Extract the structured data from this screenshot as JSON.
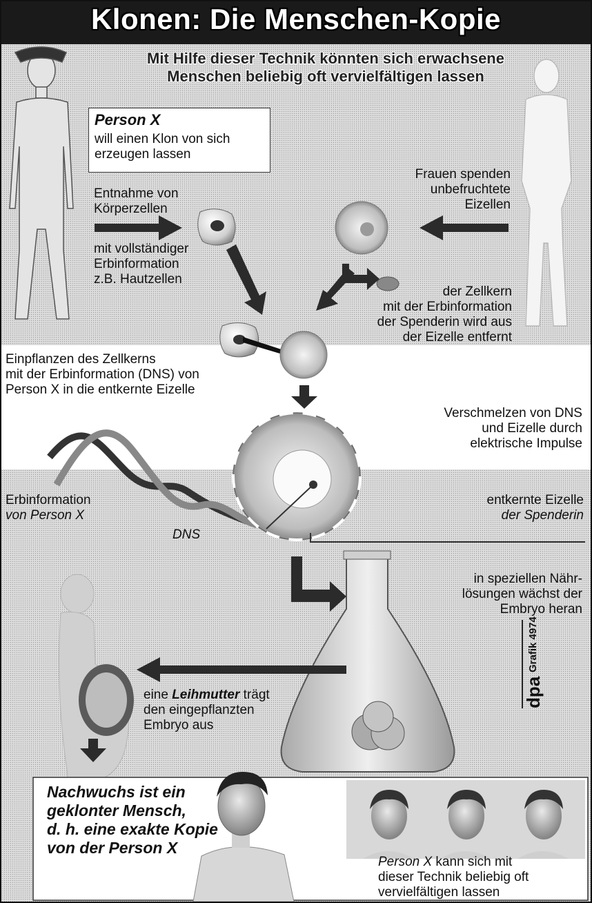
{
  "title": "Klonen: Die Menschen-Kopie",
  "subtitle_line1": "Mit Hilfe dieser Technik könnten sich erwachsene",
  "subtitle_line2": "Menschen beliebig oft vervielfältigen lassen",
  "person_x": {
    "name": "Person X",
    "line1": "will einen Klon von sich",
    "line2": "erzeugen lassen"
  },
  "entnahme": {
    "line1": "Entnahme von",
    "line2": "Körperzellen"
  },
  "erbinfo_note": {
    "line1": "mit vollständiger",
    "line2": "Erbinformation",
    "line3": "z.B. Hautzellen"
  },
  "frauen": {
    "line1": "Frauen spenden",
    "line2": "unbefruchtete",
    "line3": "Eizellen"
  },
  "zellkern": {
    "line1": "der Zellkern",
    "line2": "mit der Erbinformation",
    "line3": "der Spenderin wird aus",
    "line4": "der Eizelle entfernt"
  },
  "einpflanzen": {
    "line1": "Einpflanzen des Zellkerns",
    "line2": "mit der Erbinformation (DNS) von",
    "line3": "Person X  in die entkernte Eizelle"
  },
  "verschmelzen": {
    "line1": "Verschmelzen von DNS",
    "line2": "und Eizelle durch",
    "line3": "elektrische Impulse"
  },
  "erbinformation_label": {
    "line1": "Erbinformation",
    "line2": "von Person X"
  },
  "dns_label": "DNS",
  "entkernte": {
    "line1": "entkernte Eizelle",
    "line2": "der Spenderin"
  },
  "naehr": {
    "line1": "in speziellen Nähr-",
    "line2": "lösungen wächst der",
    "line3": "Embryo heran"
  },
  "leihmutter": {
    "pre": "eine ",
    "bold": "Leihmutter",
    "post": " trägt",
    "line2": "den eingepflanzten",
    "line3": "Embryo aus"
  },
  "credit": {
    "brand": "dpa",
    "grafik": "Grafik 4974"
  },
  "nachwuchs": {
    "line1": "Nachwuchs ist ein",
    "line2": "geklonter Mensch,",
    "line3": "d. h. eine exakte Kopie",
    "line4": "von der Person X"
  },
  "vervielf": {
    "italic": "Person X",
    "line1_rest": "  kann sich mit",
    "line2": "dieser Technik beliebig oft",
    "line3": "vervielfältigen lassen"
  },
  "colors": {
    "header_bg": "#1a1a1a",
    "arrow": "#2b2b2b",
    "stipple": "#dcdcdc",
    "figure": "#e6e6e6"
  }
}
